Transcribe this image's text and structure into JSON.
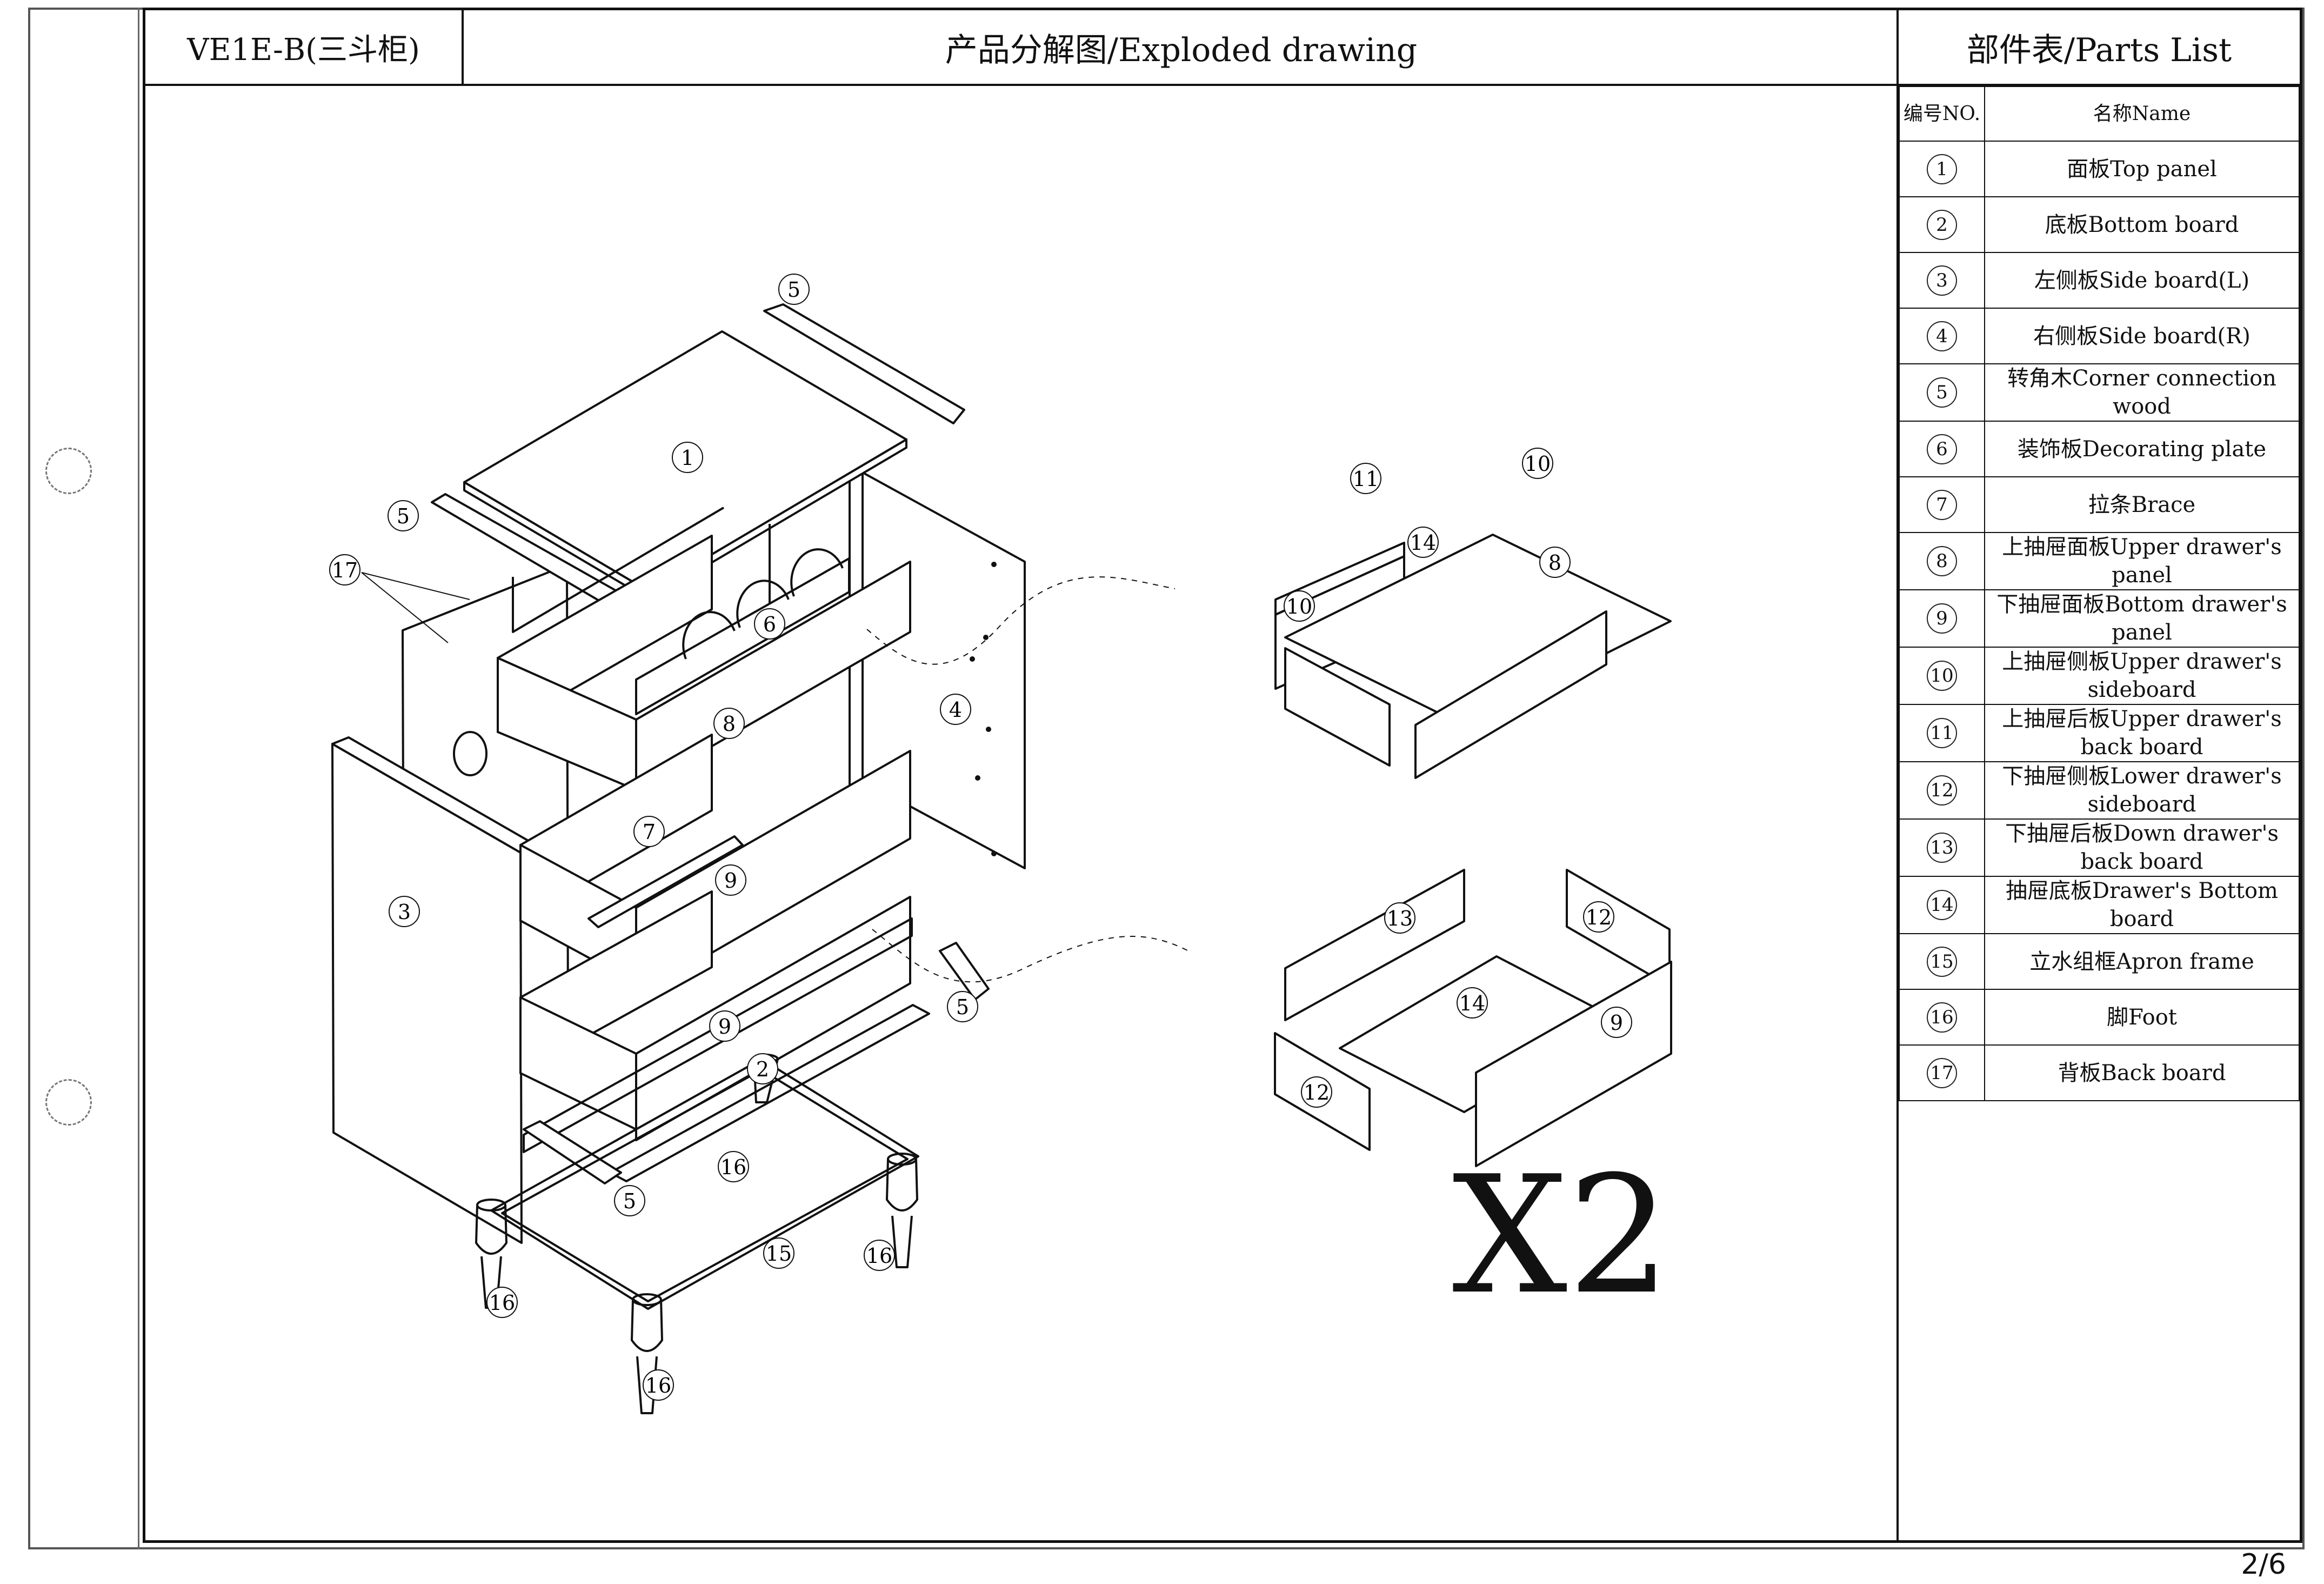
{
  "header": {
    "model": "VE1E-B(三斗柜)",
    "title": "产品分解图/Exploded drawing",
    "parts_title": "部件表/Parts List"
  },
  "parts_list": {
    "col_no": "编号NO.",
    "col_name": "名称Name",
    "items": [
      {
        "no": "1",
        "name": "面板Top panel"
      },
      {
        "no": "2",
        "name": "底板Bottom board"
      },
      {
        "no": "3",
        "name": "左侧板Side board(L)"
      },
      {
        "no": "4",
        "name": "右侧板Side board(R)"
      },
      {
        "no": "5",
        "name": "转角木Corner connection wood"
      },
      {
        "no": "6",
        "name": "装饰板Decorating plate"
      },
      {
        "no": "7",
        "name": "拉条Brace"
      },
      {
        "no": "8",
        "name": "上抽屉面板Upper drawer's panel"
      },
      {
        "no": "9",
        "name": "下抽屉面板Bottom drawer's panel"
      },
      {
        "no": "10",
        "name": "上抽屉侧板Upper drawer's sideboard"
      },
      {
        "no": "11",
        "name": "上抽屉后板Upper drawer's back board"
      },
      {
        "no": "12",
        "name": "下抽屉侧板Lower drawer's sideboard"
      },
      {
        "no": "13",
        "name": "下抽屉后板Down drawer's back board"
      },
      {
        "no": "14",
        "name": "抽屉底板Drawer's Bottom board"
      },
      {
        "no": "15",
        "name": "立水组框Apron frame"
      },
      {
        "no": "16",
        "name": "脚Foot"
      },
      {
        "no": "17",
        "name": "背板Back board"
      }
    ]
  },
  "diagram": {
    "callouts": [
      "5",
      "1",
      "5",
      "17",
      "6",
      "4",
      "8",
      "3",
      "7",
      "9",
      "9",
      "2",
      "5",
      "5",
      "16",
      "15",
      "16",
      "16",
      "16",
      "11",
      "10",
      "14",
      "8",
      "10",
      "13",
      "12",
      "14",
      "9",
      "12"
    ],
    "multiplier": "X2"
  },
  "page_number": "2/6"
}
